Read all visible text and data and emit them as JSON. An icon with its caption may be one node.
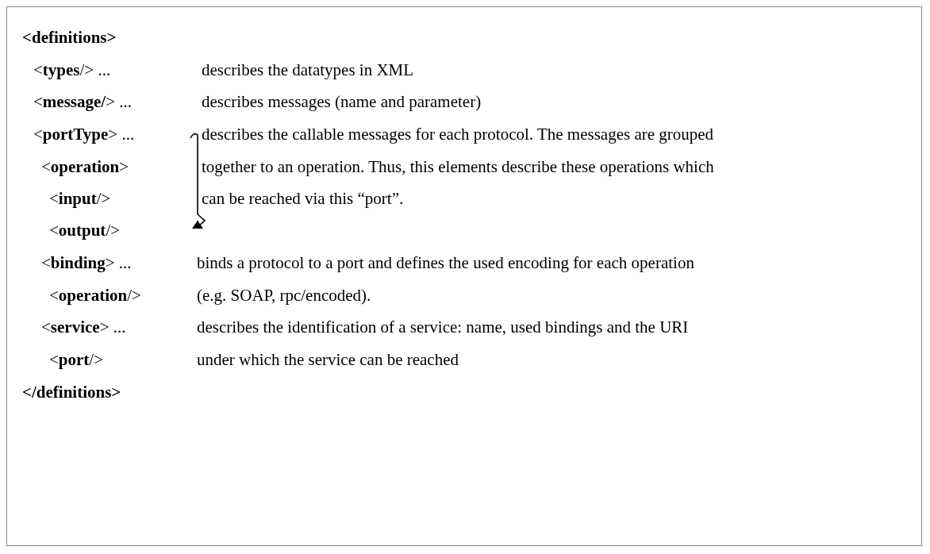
{
  "diagram": {
    "labels": [
      "<definitions>",
      "<**types**/> ...",
      "describes the datatypes in XML",
      "<**message/**> ...",
      "describes messages (name and parameter)",
      "<**portType**> ...",
      "describes the callable messages for each protocol. The messages are grouped together to an operation. Thus, this elements describe these operations which can be reached via this “port”.",
      "<**operation**>",
      "<**input**/>",
      "<**output**/>",
      "<**binding**> ...",
      "binds a protocol to a port and defines the used encoding for each operation (e.g. SOAP, rpc/encoded).",
      "<**operation**/>",
      "<**service**> ...",
      "describes the identification of a service: name, used bindings and the URI under which the service can be reached",
      "<**port**/>",
      "</definitions>"
    ]
  }
}
